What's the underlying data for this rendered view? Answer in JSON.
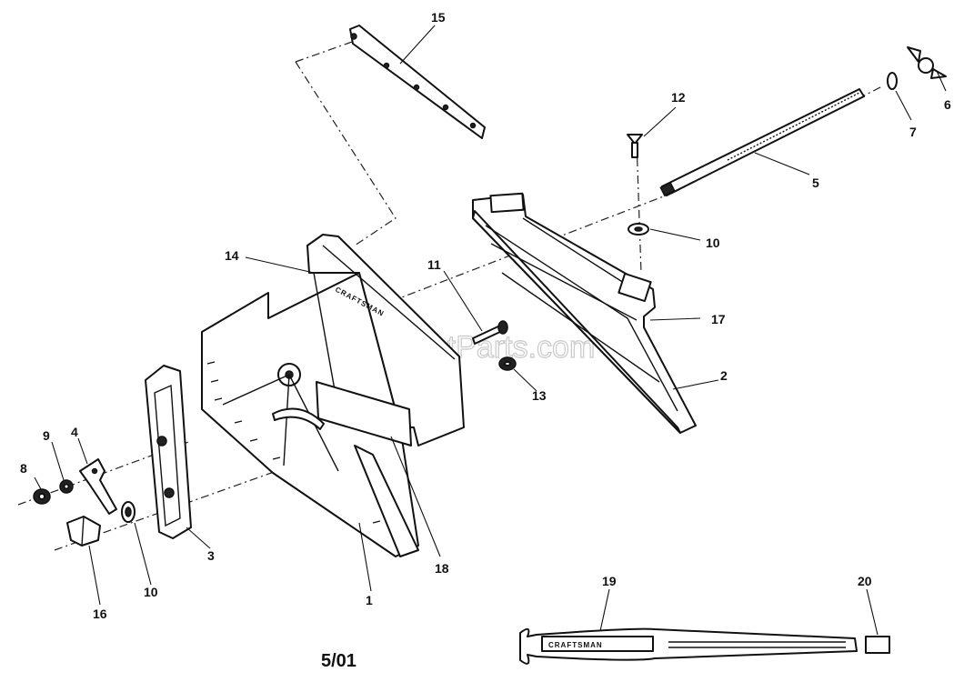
{
  "watermark": "eReplacementParts.com",
  "revision_date": "5/01",
  "brand_text": "CRAFTSMAN",
  "callouts": {
    "p1": "1",
    "p2": "2",
    "p3": "3",
    "p4": "4",
    "p5": "5",
    "p6": "6",
    "p7": "7",
    "p8": "8",
    "p9": "9",
    "p10a": "10",
    "p10b": "10",
    "p11": "11",
    "p12": "12",
    "p13": "13",
    "p14": "14",
    "p15": "15",
    "p16": "16",
    "p17": "17",
    "p18": "18",
    "p19": "19",
    "p20": "20"
  }
}
